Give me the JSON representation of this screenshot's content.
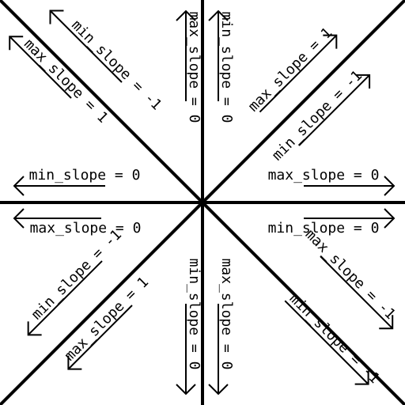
{
  "background": "#ffffff",
  "line_color": "#000000",
  "labels": {
    "n_left": "max_slope = 0",
    "n_right": "min_slope = 0",
    "nne": "max_slope = 1",
    "ene": "min_slope = -1",
    "e_upper": "max_slope = 0",
    "e_lower": "min_slope = 0",
    "ese": "max_slope = -1",
    "sse": "min_slope = -1",
    "s_right": "max_slope = 0",
    "s_left": "min_slope = 0",
    "ssw": "max_slope = 1",
    "wsw": "min_slope = -1",
    "w_lower": "max_slope = 0",
    "w_upper": "min_slope = 0",
    "wnw": "max_slope = 1",
    "nnw": "min_slope = -1"
  }
}
